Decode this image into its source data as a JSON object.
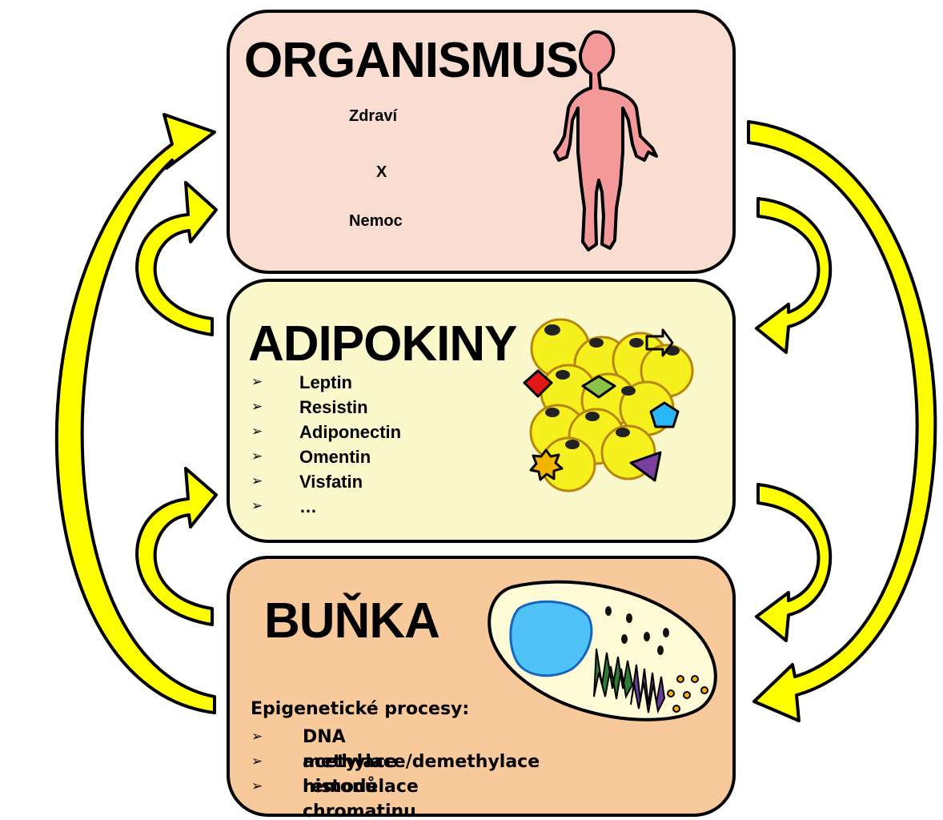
{
  "organismus": {
    "title": "ORGANISMUS",
    "lines": [
      "Zdraví",
      "X",
      "Nemoc"
    ]
  },
  "adipokiny": {
    "title": "ADIPOKINY",
    "items": [
      "Leptin",
      "Resistin",
      "Adiponectin",
      "Omentin",
      "Visfatin",
      "…"
    ]
  },
  "bunka": {
    "title": "BUŇKA",
    "subtitle": "Epigenetické procesy:",
    "items": [
      "DNA methylace/demethylace",
      "acetylace histonů",
      "remodelace chromatinu"
    ]
  },
  "bullet_marker": "➢",
  "colors": {
    "arrow_fill": "#ffff00",
    "organismus_bg": "#f9ddd0",
    "adipokiny_bg": "#fbf8cc",
    "bunka_bg": "#f8c99a",
    "body_fill": "#f4999a",
    "cell_fill": "#f5f01e",
    "nucleus_fill": "#4fc3f7"
  }
}
